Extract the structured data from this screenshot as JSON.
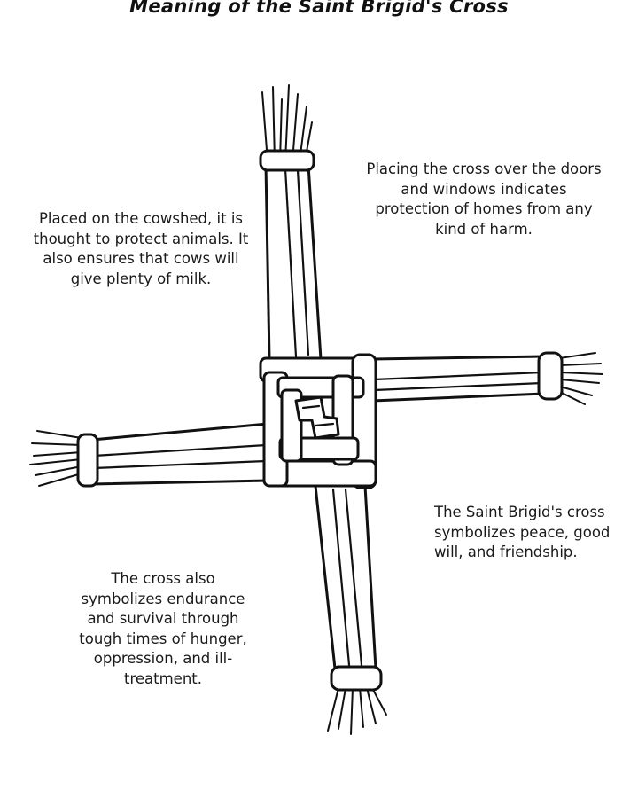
{
  "title": "Meaning of the Saint Brigid's Cross",
  "captions": {
    "top_left": "Placed on the cowshed, it is thought to protect animals. It also ensures that cows will give plenty of milk.",
    "top_right": "Placing the cross over the doors and windows indicates protection of homes from any kind of harm.",
    "bottom_right": "The Saint Brigid's cross symbolizes peace, good will, and friendship.",
    "bottom_left": "The cross also symbolizes endurance and survival through tough times of hunger, oppression, and ill-treatment."
  },
  "colors": {
    "ink": "#111111",
    "background": "#ffffff"
  }
}
